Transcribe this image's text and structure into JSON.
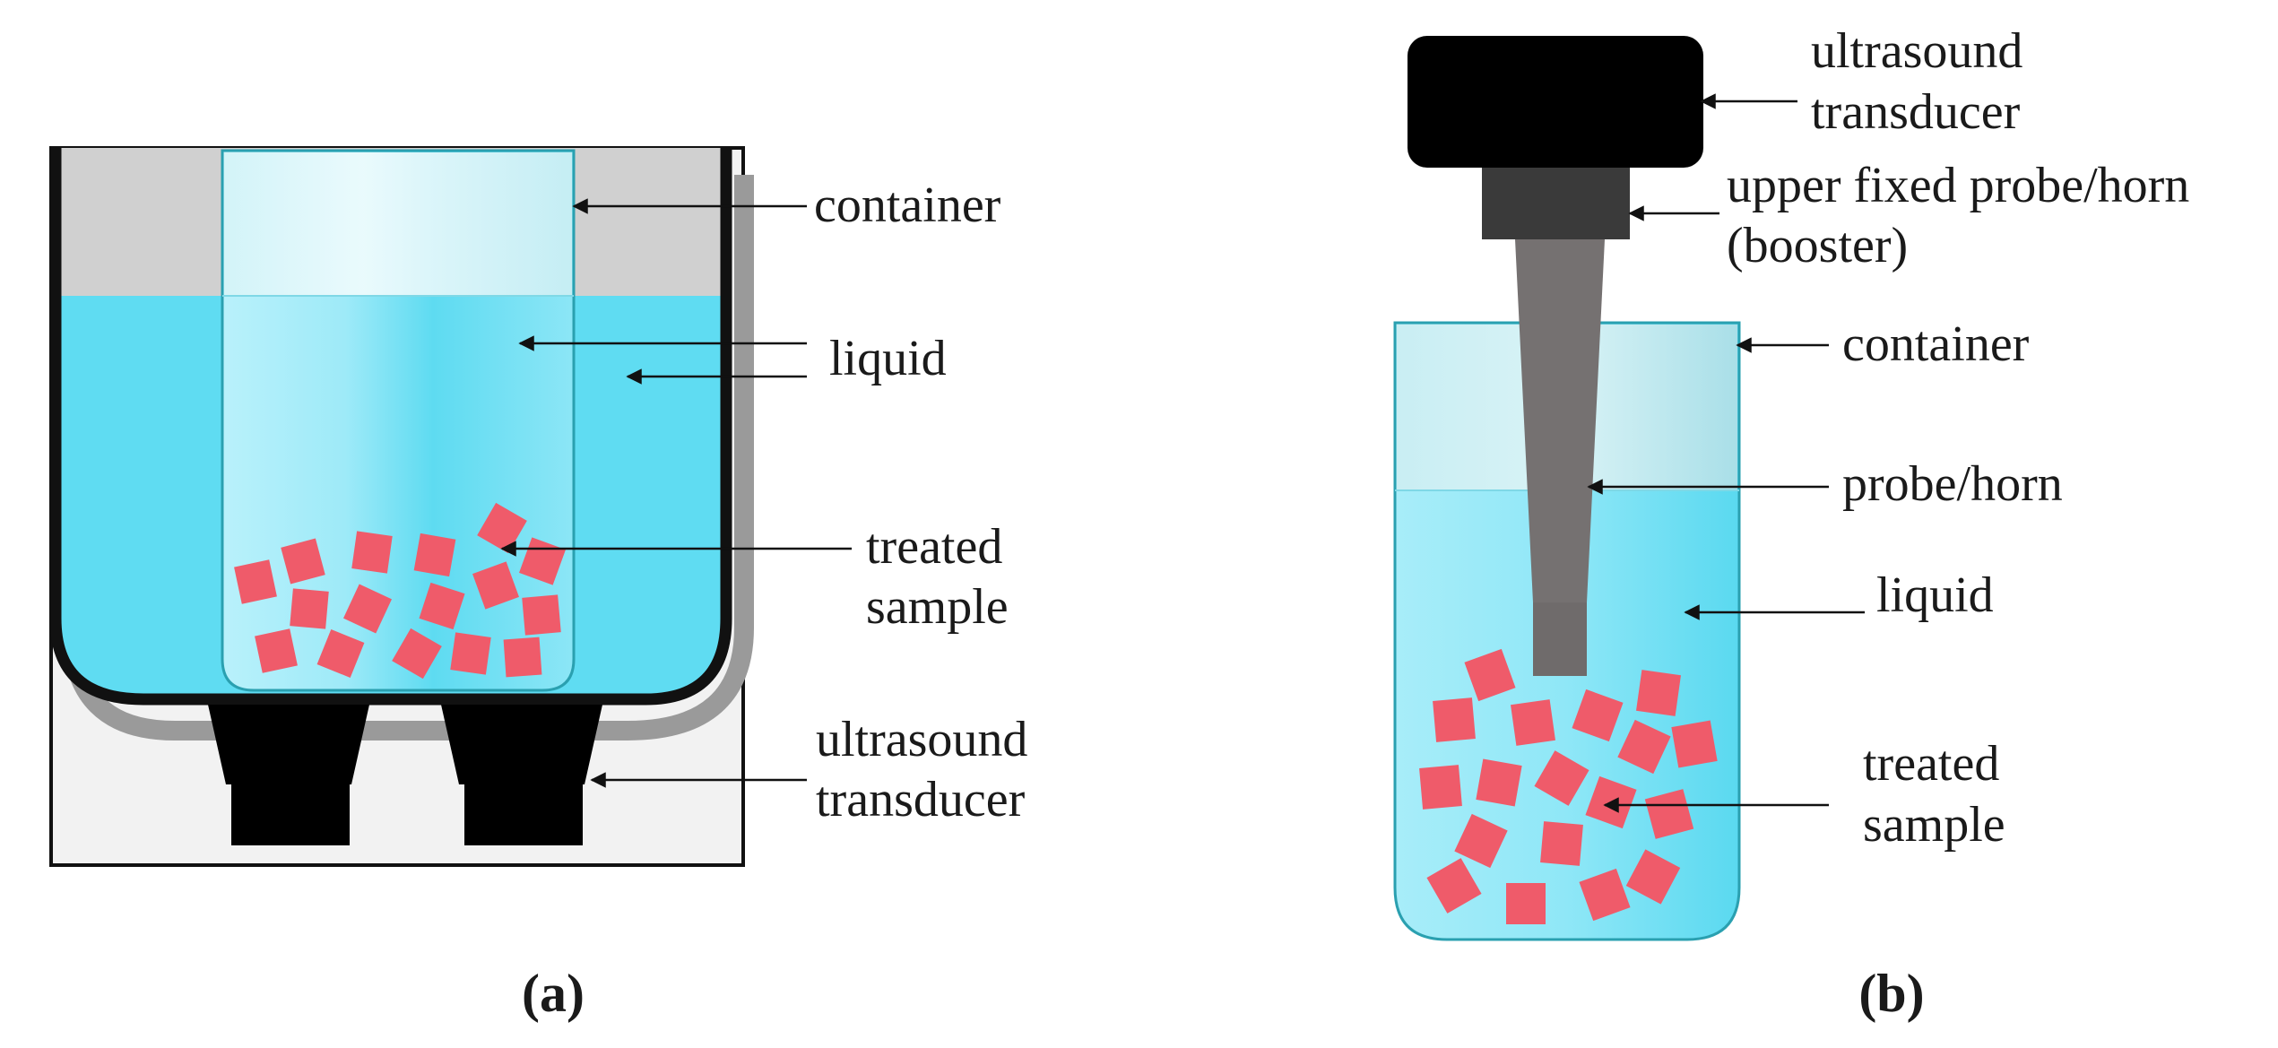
{
  "panel_a": {
    "label": "(a)",
    "annotations": {
      "container": "container",
      "liquid": "liquid",
      "treated_line1": "treated",
      "treated_line2": "sample",
      "transducer_line1": "ultrasound",
      "transducer_line2": "transducer"
    }
  },
  "panel_b": {
    "label": "(b)",
    "annotations": {
      "transducer_line1": "ultrasound",
      "transducer_line2": "transducer",
      "booster_line1": "upper fixed probe/horn",
      "booster_line2": "(booster)",
      "container": "container",
      "probe": "probe/horn",
      "liquid": "liquid",
      "treated_line1": "treated",
      "treated_line2": "sample"
    }
  },
  "colors": {
    "liquid": "#5fdcf2",
    "liquid_light": "#a6ecf8",
    "sample": "#ef5b6a",
    "tank_outline": "#111111",
    "air_gap": "#d0d0d0",
    "base": "#f2f2f2",
    "probe": "#757171",
    "booster": "#3a3a3a",
    "container_edge": "#2aa0b0"
  }
}
